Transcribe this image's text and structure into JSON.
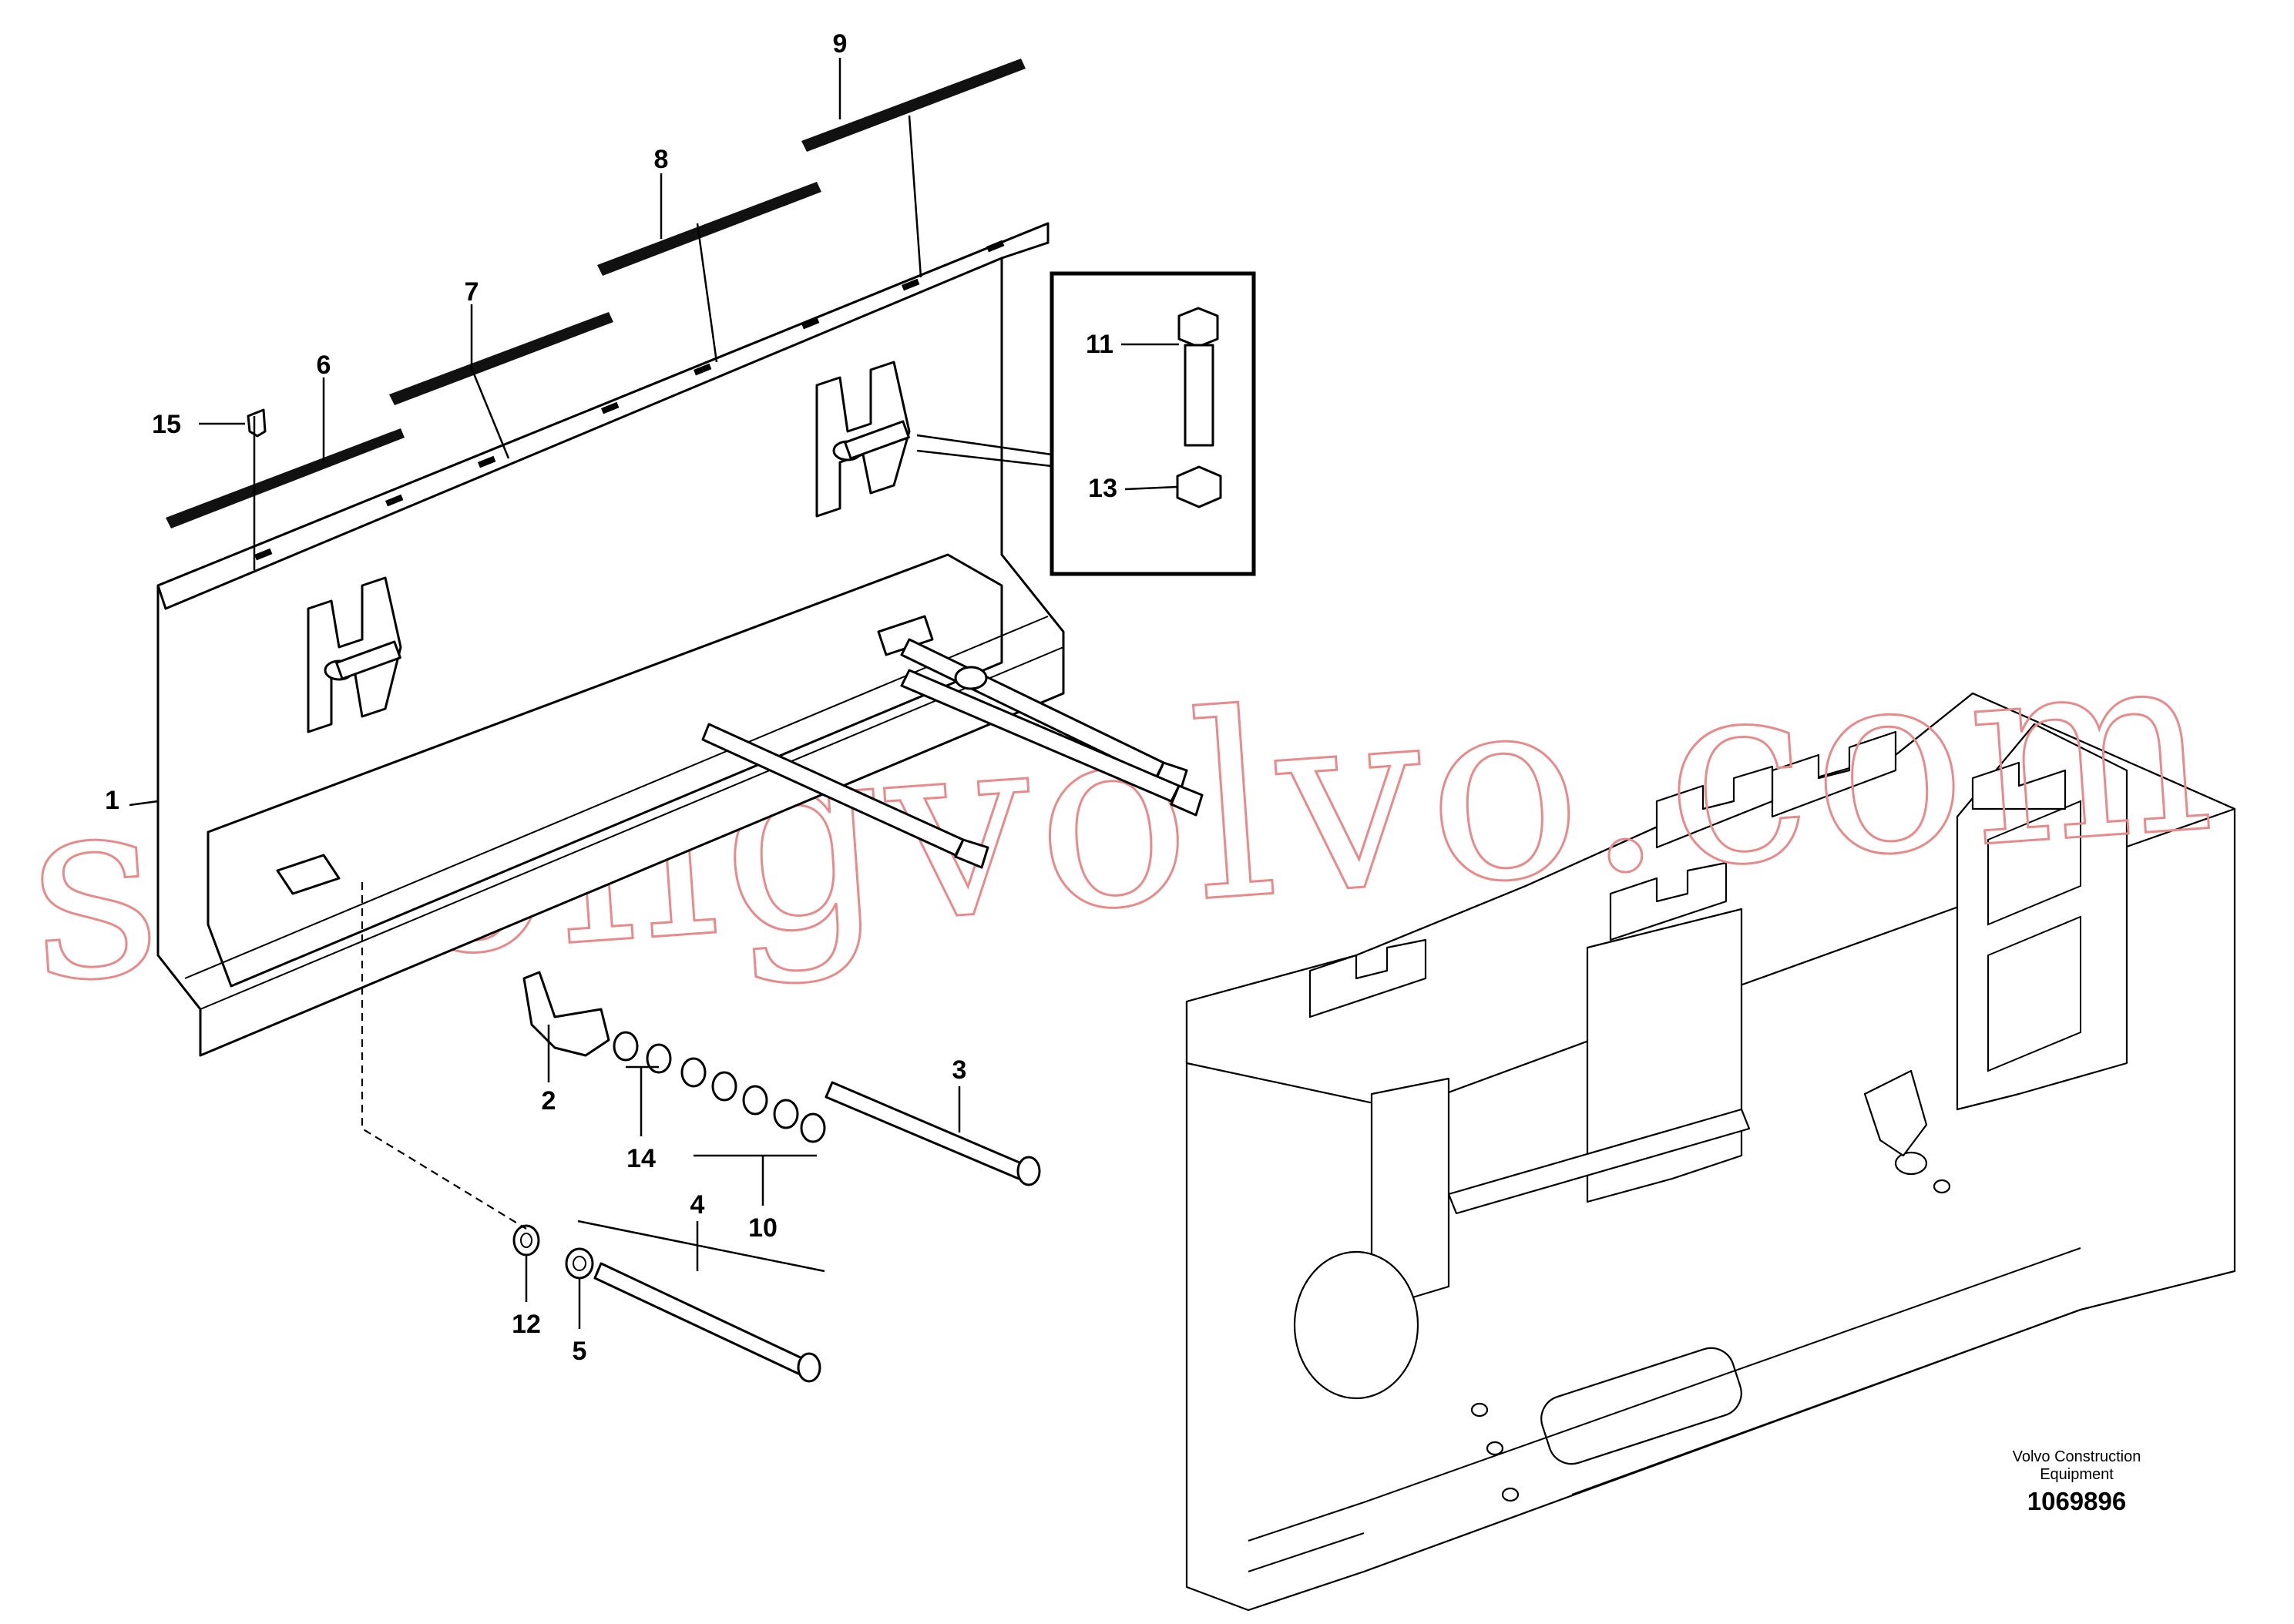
{
  "diagram": {
    "callouts": [
      {
        "id": "1",
        "label": "1"
      },
      {
        "id": "2",
        "label": "2"
      },
      {
        "id": "3",
        "label": "3"
      },
      {
        "id": "4",
        "label": "4"
      },
      {
        "id": "5",
        "label": "5"
      },
      {
        "id": "6",
        "label": "6"
      },
      {
        "id": "7",
        "label": "7"
      },
      {
        "id": "8",
        "label": "8"
      },
      {
        "id": "9",
        "label": "9"
      },
      {
        "id": "10",
        "label": "10"
      },
      {
        "id": "11",
        "label": "11"
      },
      {
        "id": "12",
        "label": "12"
      },
      {
        "id": "13",
        "label": "13"
      },
      {
        "id": "14",
        "label": "14"
      },
      {
        "id": "15",
        "label": "15"
      }
    ],
    "watermark": "strongvolvo.com",
    "credit_line1": "Volvo Construction",
    "credit_line2": "Equipment",
    "document_number": "1069896"
  },
  "colors": {
    "line": "#000000",
    "watermark": "#e88a8a",
    "background": "#ffffff"
  }
}
